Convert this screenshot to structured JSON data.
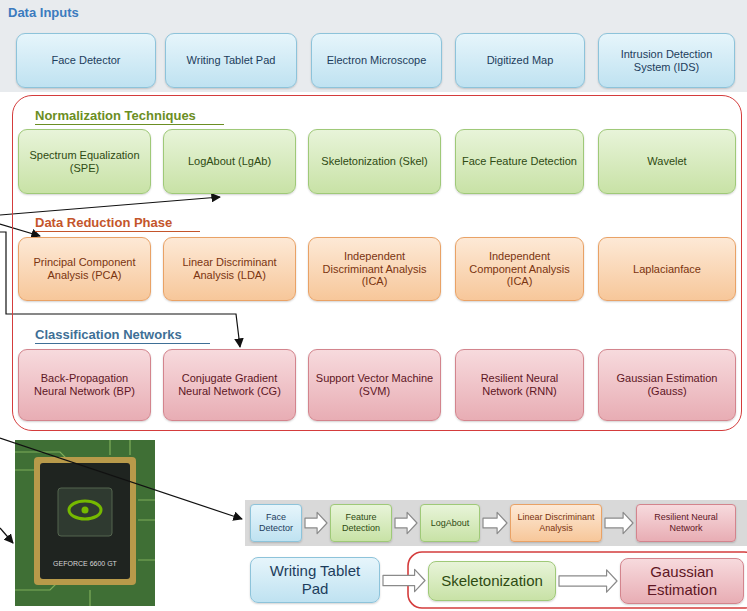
{
  "diagram": {
    "nodes": [
      {
        "text": [
          "Data Inputs"
        ]
      },
      {
        "text": [
          "Face Detector"
        ],
        "in": 0
      },
      {
        "text": [
          "Writing Tablet Pad"
        ],
        "in": 0
      },
      {
        "text": [
          "Electron Microscope"
        ],
        "in": 0
      },
      {
        "text": [
          "Digitized Map"
        ],
        "in": 0
      },
      {
        "text": [
          "Intrusion Detection System (IDS)"
        ],
        "in": 0
      },
      {
        "text": [
          "Normalization Techniques",
          "Data Reduction Phase",
          "Classification Networks"
        ]
      },
      {
        "text": [
          "Spectrum Equalization (SPE)"
        ],
        "in": 6
      },
      {
        "text": [
          "LogAbout (LgAb)"
        ],
        "in": 6
      },
      {
        "text": [
          "Skeletonization (Skel)"
        ],
        "in": 6
      },
      {
        "text": [
          "Face Feature Detection"
        ],
        "in": 6
      },
      {
        "text": [
          "Wavelet"
        ],
        "in": 6
      },
      {
        "text": [
          "Principal Component Analysis (PCA)"
        ],
        "in": 6
      },
      {
        "text": [
          "Linear Discriminant Analysis (LDA)"
        ],
        "in": 6
      },
      {
        "text": [
          "Independent Discriminant Analysis (ICA)"
        ],
        "in": 6
      },
      {
        "text": [
          "Independent Component Analysis (ICA)"
        ],
        "in": 6
      },
      {
        "text": [
          "Laplacianface"
        ],
        "in": 6
      },
      {
        "text": [
          "Back-Propagation Neural Network (BP)"
        ],
        "in": 6
      },
      {
        "text": [
          "Conjugate Gradient Neural Network (CG)"
        ],
        "in": 6
      },
      {
        "text": [
          "Support Vector Machine (SVM)"
        ],
        "in": 6
      },
      {
        "text": [
          "Resilient Neural Network (RNN)"
        ],
        "in": 6
      },
      {
        "text": [
          "Gaussian Estimation (Gauss)"
        ],
        "in": 6
      },
      {
        "text": [
          "Face Detector"
        ]
      },
      {
        "text": [
          "Feature Detection"
        ]
      },
      {
        "text": [
          "LogAbout"
        ]
      },
      {
        "text": [
          "Linear Discriminant Analysis"
        ]
      },
      {
        "text": [
          "Resilient Neural Network"
        ]
      },
      {
        "text": [
          "Writing Tablet Pad"
        ]
      },
      {
        "text": [
          "Skeletonization"
        ]
      },
      {
        "text": [
          "Gaussian Estimation"
        ]
      }
    ],
    "edges": [
      {
        "from": 22,
        "to": 23,
        "arrow": "to"
      },
      {
        "from": 23,
        "to": 24,
        "arrow": "to"
      },
      {
        "from": 24,
        "to": 25,
        "arrow": "to"
      },
      {
        "from": 25,
        "to": 26,
        "arrow": "to"
      },
      {
        "from": 27,
        "to": 28,
        "arrow": "to"
      },
      {
        "from": 28,
        "to": 29,
        "arrow": "to"
      }
    ],
    "labels": [
      "GEFORCE 6600 GT"
    ]
  }
}
